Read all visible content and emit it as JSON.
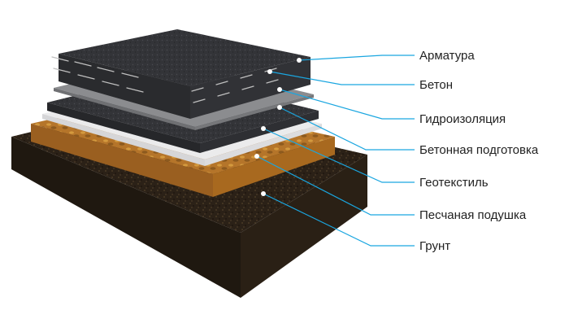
{
  "colors": {
    "leader_line": "#1aa6e0",
    "dot": "#ffffff",
    "ground": "#2b2117",
    "sand": "#b5752a",
    "geotextile": "#e9e9ea",
    "concrete_prep": "#3e3f42",
    "waterproofing": "#8a8b8e",
    "concrete": "#2f3033",
    "rebar": "#bfbfbf"
  },
  "layers": [
    {
      "id": "rebar",
      "label": "Арматура"
    },
    {
      "id": "concrete",
      "label": "Бетон"
    },
    {
      "id": "waterproofing",
      "label": "Гидроизоляция"
    },
    {
      "id": "concrete-prep",
      "label": "Бетонная подготовка"
    },
    {
      "id": "geotextile",
      "label": "Геотекстиль"
    },
    {
      "id": "sand-cushion",
      "label": "Песчаная подушка"
    },
    {
      "id": "ground",
      "label": "Грунт"
    }
  ]
}
